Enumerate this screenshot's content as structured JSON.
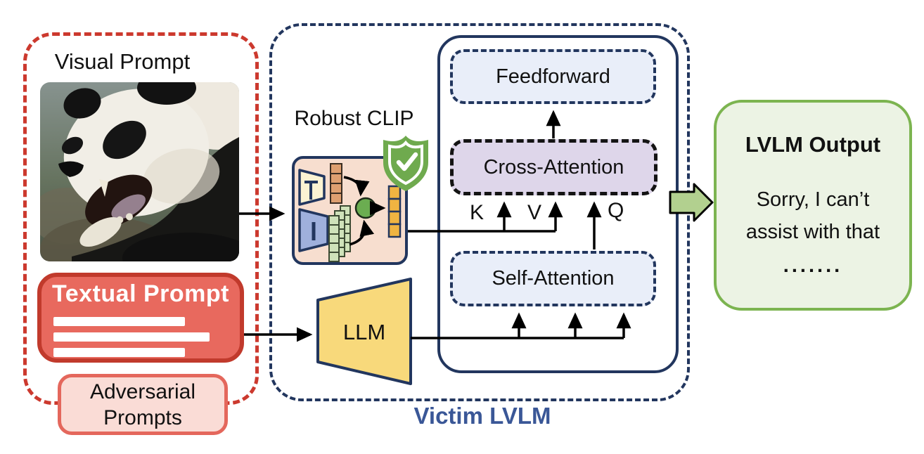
{
  "left_panel": {
    "visual_prompt_label": "Visual Prompt",
    "textual_prompt_label": "Textual Prompt",
    "adversarial_line1": "Adversarial",
    "adversarial_line2": "Prompts"
  },
  "victim_panel": {
    "robust_clip_label": "Robust CLIP",
    "llm_label": "LLM",
    "feedforward_label": "Feedforward",
    "cross_attention_label": "Cross-Attention",
    "self_attention_label": "Self-Attention",
    "k_label": "K",
    "v_label": "V",
    "q_label": "Q",
    "caption": "Victim LVLM"
  },
  "output_panel": {
    "title": "LVLM Output",
    "message_line1": "Sorry, I can’t",
    "message_line2": "assist with that",
    "message_dots": "......."
  },
  "colors": {
    "navy": "#22365e",
    "red_dashed_border": "#cc392e",
    "textual_prompt_fill": "#e8695e",
    "textual_prompt_border": "#c13a2c",
    "adversarial_fill": "#fadcd6",
    "adversarial_border": "#e4675c",
    "llm_yellow": "#f8d97b",
    "clip_box_fill": "#f7decf",
    "attention_blue_fill": "#e9eef9",
    "cross_attention_fill": "#ded6ea",
    "output_fill": "#ecf3e4",
    "output_border": "#7cb450",
    "shield_green": "#6faa4e",
    "block_arrow_green": "#b2d08f",
    "victim_caption_text": "#3a5797"
  }
}
